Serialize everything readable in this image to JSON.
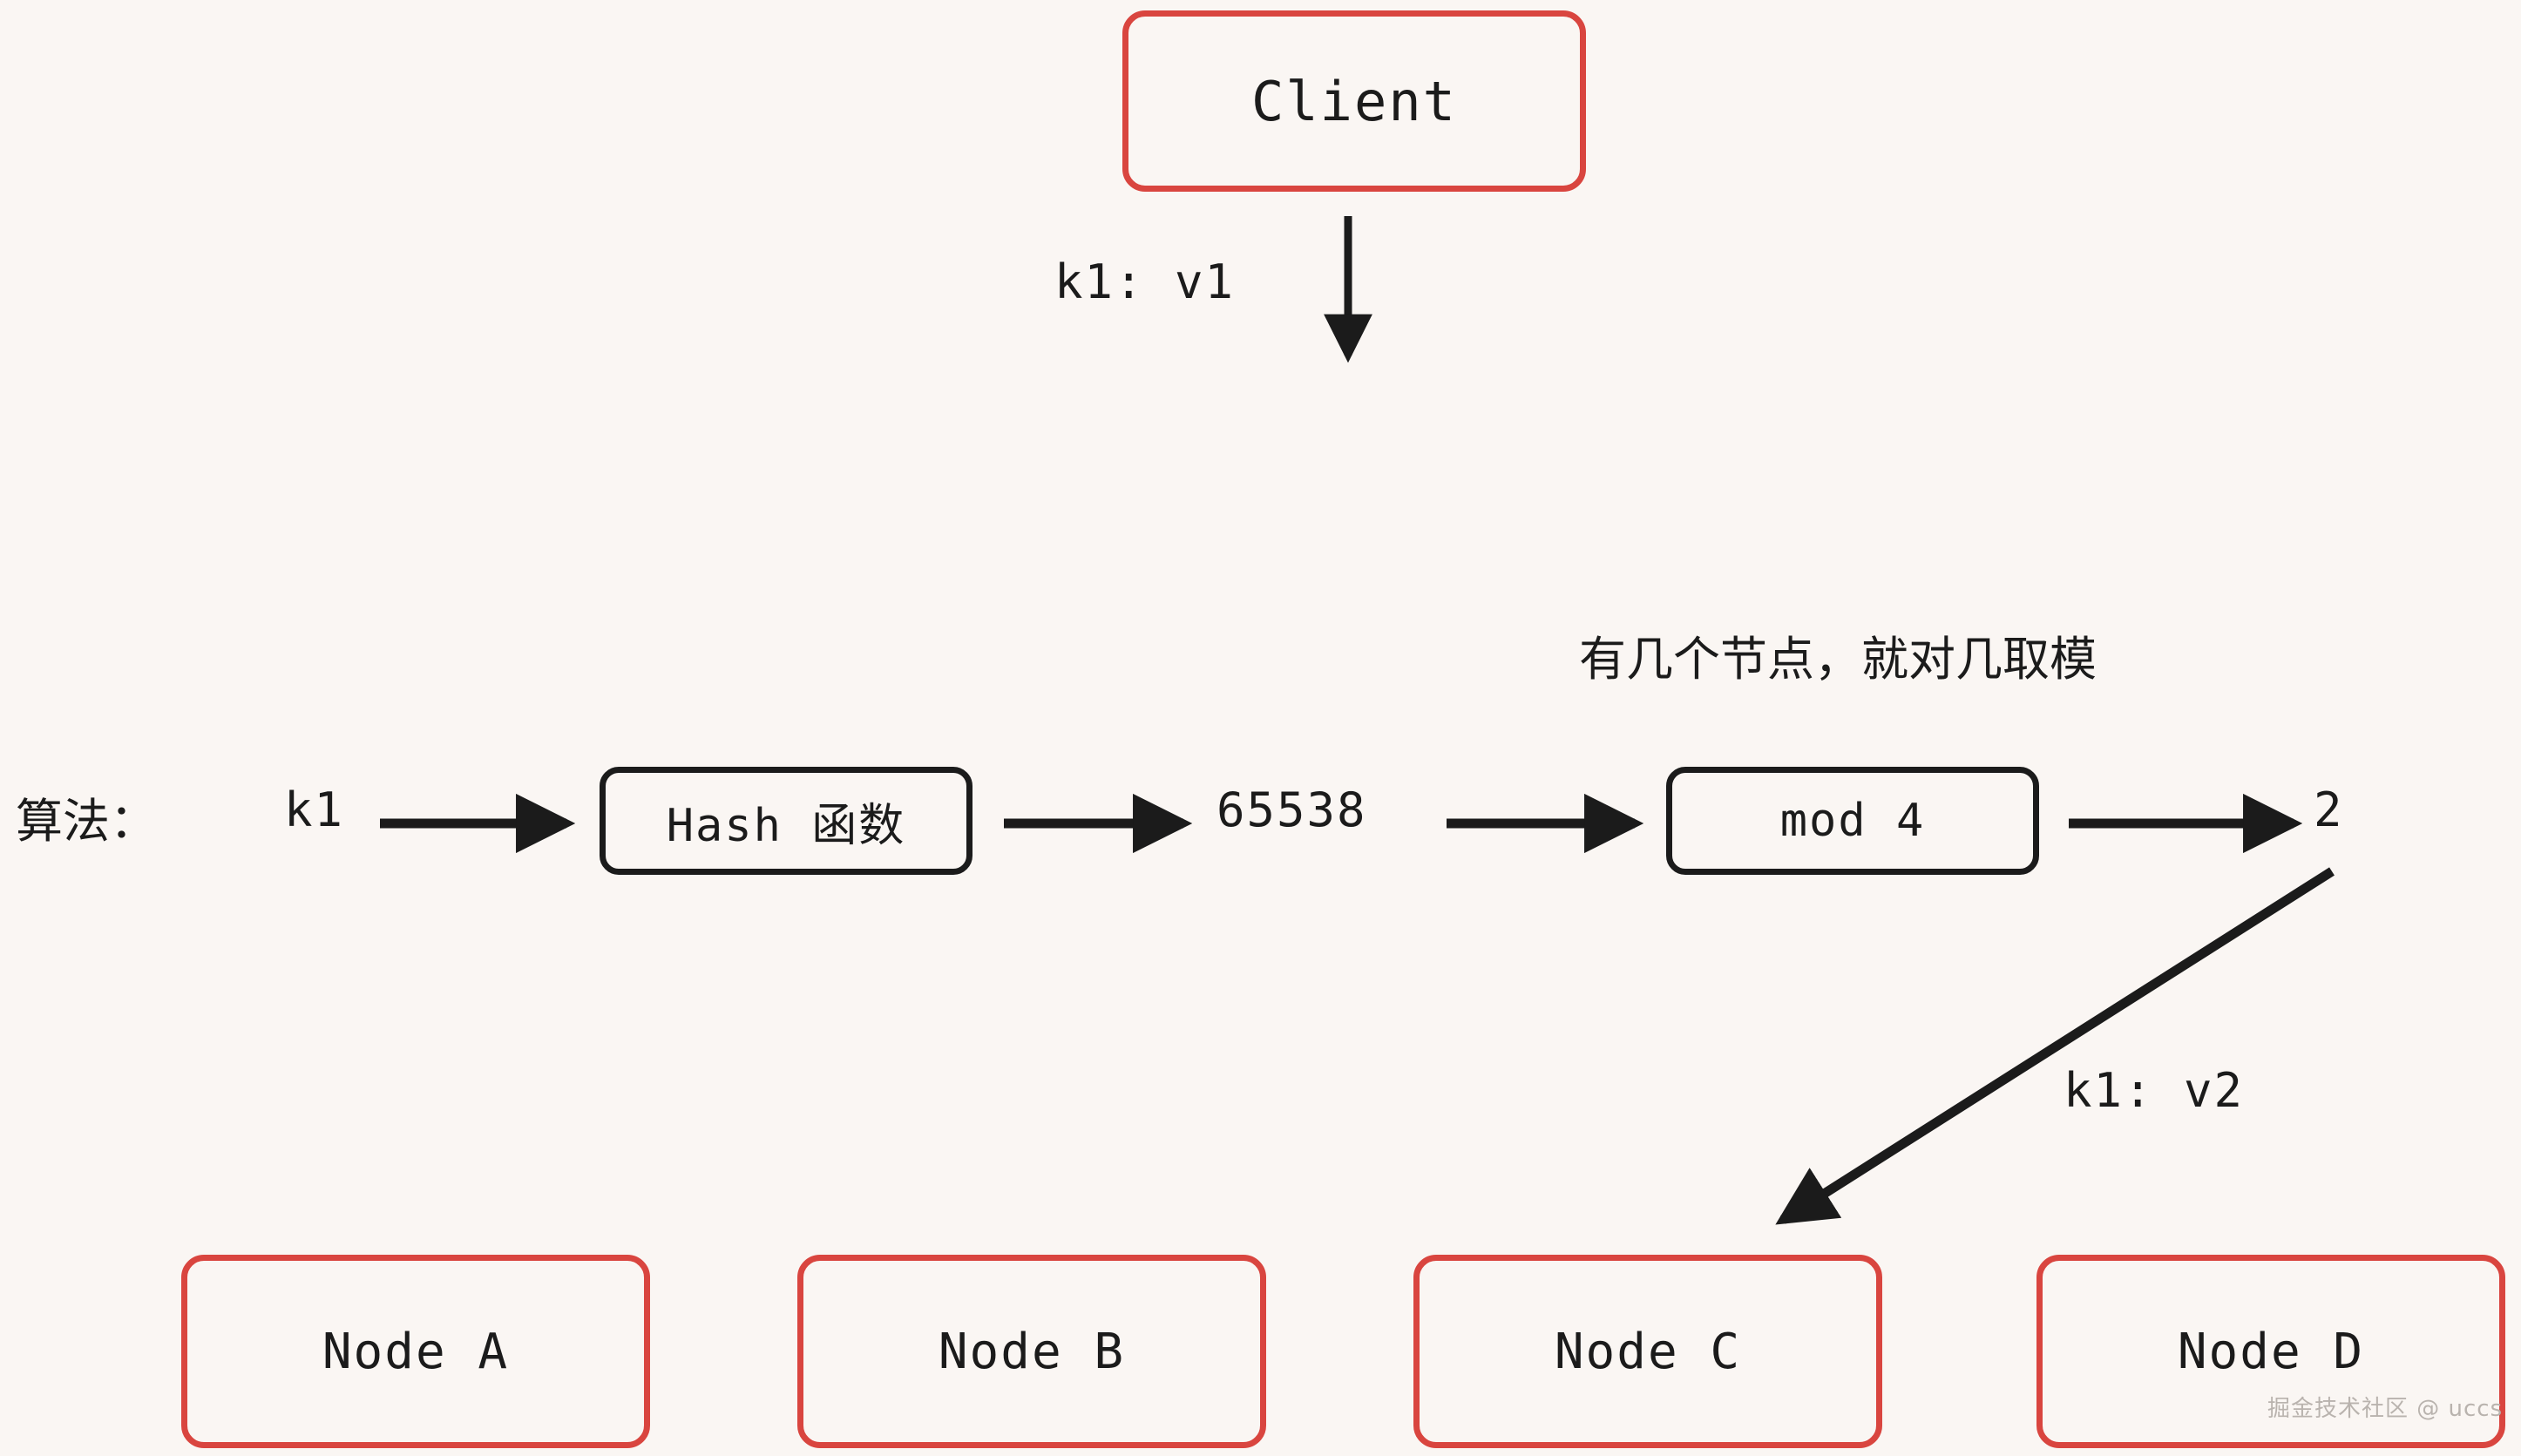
{
  "diagram": {
    "title_node": {
      "label": "Client"
    },
    "background_color": "#faf6f3",
    "accent_red": "#d9453f",
    "accent_black": "#1b1b1b",
    "algorithm_row": {
      "row_label": "算法：",
      "input_key": "k1",
      "hash_box": "Hash 函数",
      "hash_output": "65538",
      "mod_box": "mod 4",
      "mod_output": "2"
    },
    "annotations": {
      "client_to_algo": "k1: v1",
      "result_to_node": "k1: v2",
      "modulo_note": "有几个节点，就对几取模"
    },
    "nodes": [
      {
        "label": "Node A"
      },
      {
        "label": "Node B"
      },
      {
        "label": "Node C"
      },
      {
        "label": "Node D"
      }
    ],
    "watermark": "掘金技术社区 @ uccs"
  }
}
